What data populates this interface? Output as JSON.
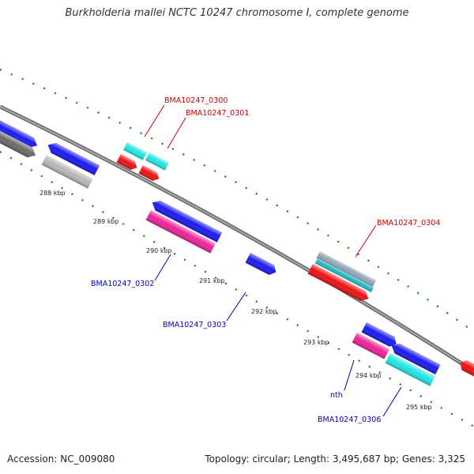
{
  "title": "Burkholderia mallei NCTC 10247 chromosome I, complete genome",
  "footer": {
    "accession": "Accession: NC_009080",
    "summary": "Topology: circular; Length: 3,495,687 bp; Genes: 3,325"
  },
  "colors": {
    "backbone": "#8a8a8a",
    "tick": "#1a7a1a",
    "label_red": "#cc0000",
    "label_blue": "#0000bb",
    "blue": "#1a1aee",
    "red": "#ee1111",
    "cyan": "#22e6e6",
    "pink": "#ee2299",
    "gray": "#b8b8b8",
    "darkgray": "#6a6a6a",
    "slate": "#8fa5b8",
    "teal": "#22b8c0"
  },
  "ticks": [
    "288 kbp",
    "289 kbp",
    "290 kbp",
    "291 kbp",
    "292 kbp",
    "293 kbp",
    "294 kbp",
    "295 kbp"
  ],
  "labels": {
    "bma0300": "BMA10247_0300",
    "bma0301": "BMA10247_0301",
    "bma0302": "BMA10247_0302",
    "bma0303": "BMA10247_0303",
    "bma0304": "BMA10247_0304",
    "nth": "nth",
    "bma0306": "BMA10247_0306"
  }
}
